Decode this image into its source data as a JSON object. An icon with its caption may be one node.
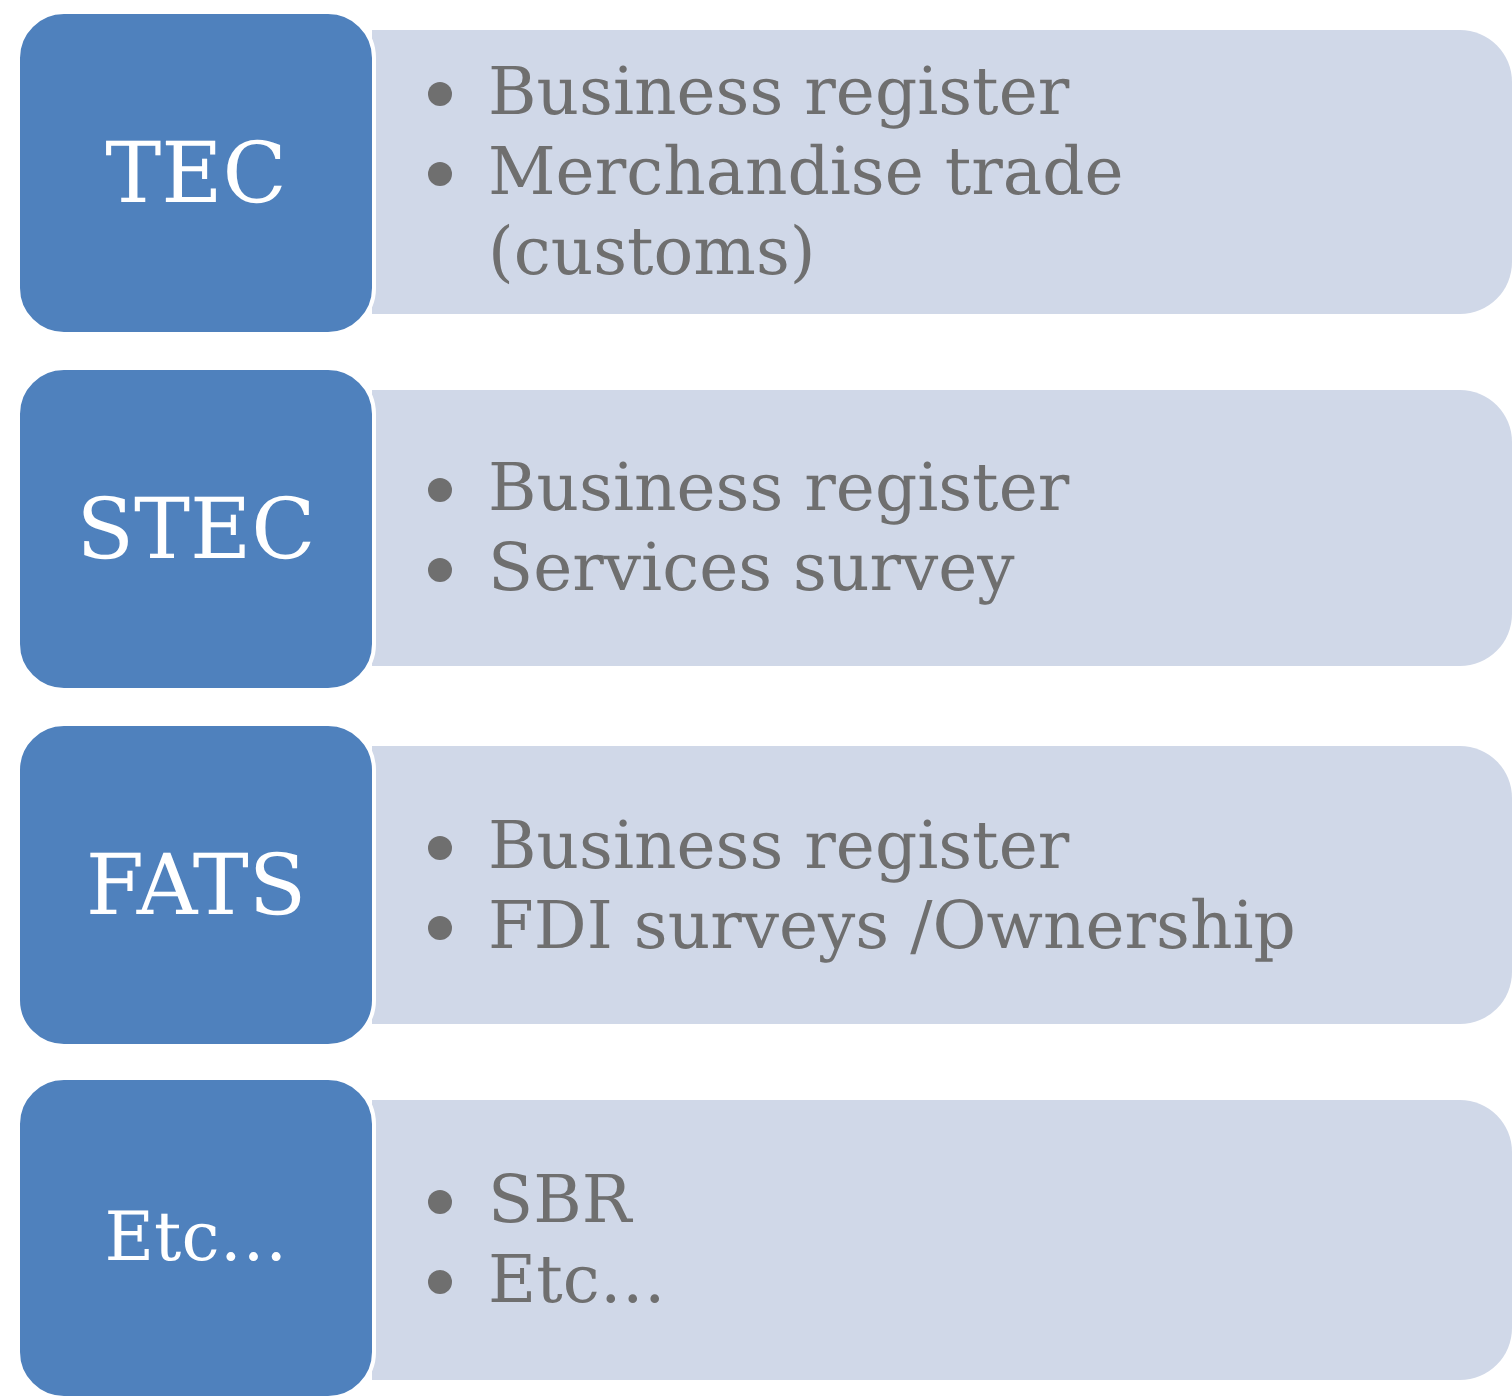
{
  "diagram": {
    "nodes": [
      {
        "text": [
          "TEC"
        ]
      },
      {
        "text": [
          "Business register",
          "Merchandise trade (customs)"
        ]
      },
      {
        "text": [
          "STEC"
        ]
      },
      {
        "text": [
          "Business register",
          "Services survey"
        ]
      },
      {
        "text": [
          "FATS"
        ]
      },
      {
        "text": [
          "Business register",
          "FDI surveys /Ownership"
        ]
      },
      {
        "text": [
          "Etc…"
        ]
      },
      {
        "text": [
          "SBR",
          "Etc…"
        ]
      }
    ]
  }
}
